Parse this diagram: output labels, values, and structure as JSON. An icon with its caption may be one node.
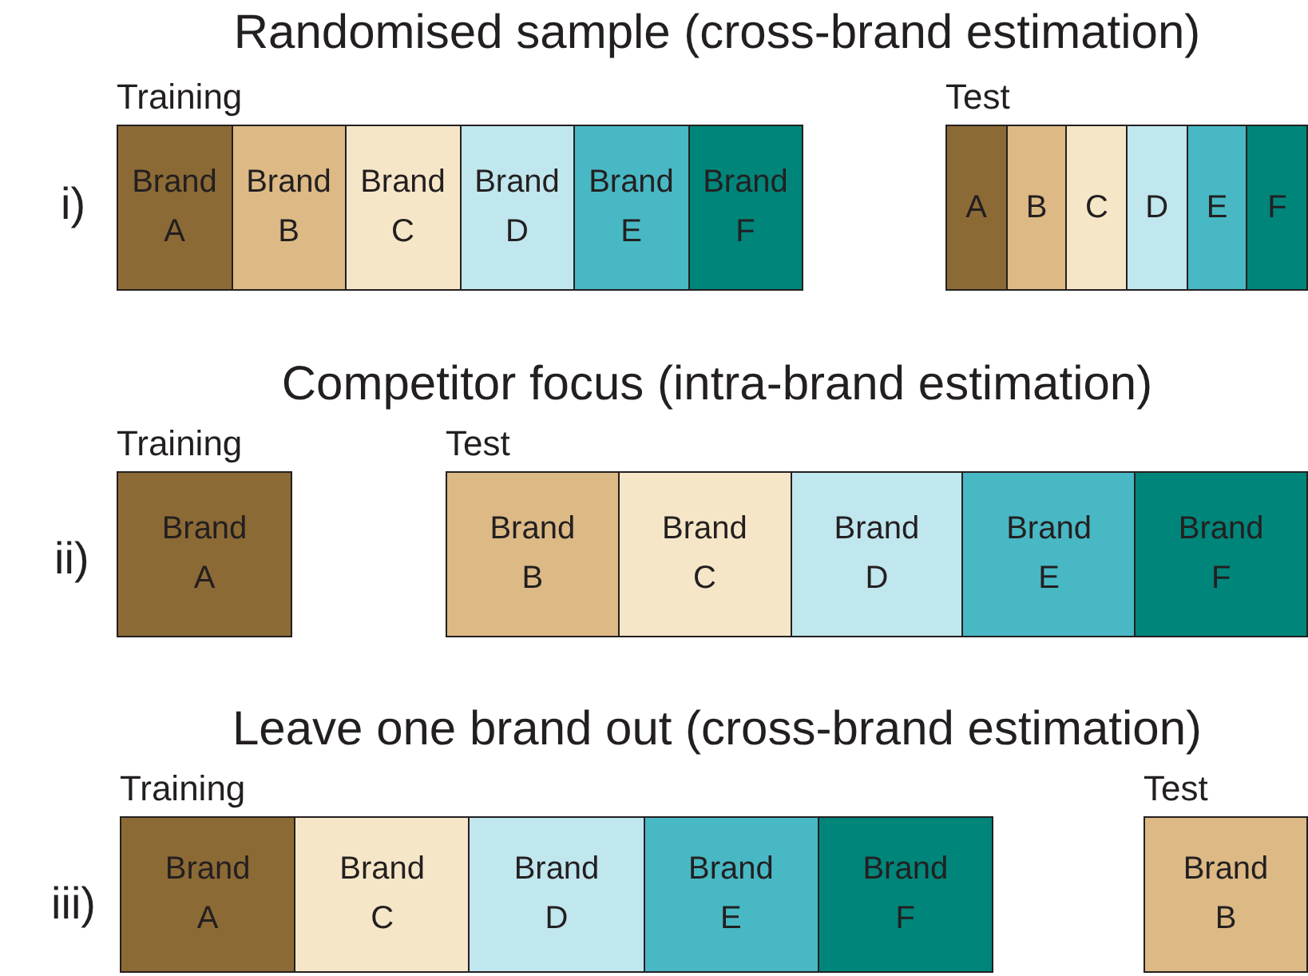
{
  "diagram": {
    "nodes": [
      {
        "text": [
          "Training"
        ]
      },
      {
        "text": [
          "Brand A"
        ],
        "in": 0
      },
      {
        "text": [
          "Brand B"
        ],
        "in": 0
      },
      {
        "text": [
          "Brand C"
        ],
        "in": 0
      },
      {
        "text": [
          "Brand D"
        ],
        "in": 0
      },
      {
        "text": [
          "Brand E"
        ],
        "in": 0
      },
      {
        "text": [
          "Brand F"
        ],
        "in": 0
      },
      {
        "text": [
          "Test"
        ]
      },
      {
        "text": [
          "A"
        ],
        "in": 7
      },
      {
        "text": [
          "B"
        ],
        "in": 7
      },
      {
        "text": [
          "C"
        ],
        "in": 7
      },
      {
        "text": [
          "D"
        ],
        "in": 7
      },
      {
        "text": [
          "E"
        ],
        "in": 7
      },
      {
        "text": [
          "F"
        ],
        "in": 7
      },
      {
        "text": [
          "Training"
        ]
      },
      {
        "text": [
          "Brand A"
        ],
        "in": 14
      },
      {
        "text": [
          "Test"
        ]
      },
      {
        "text": [
          "Brand B"
        ],
        "in": 16
      },
      {
        "text": [
          "Brand C"
        ],
        "in": 16
      },
      {
        "text": [
          "Brand D"
        ],
        "in": 16
      },
      {
        "text": [
          "Brand E"
        ],
        "in": 16
      },
      {
        "text": [
          "Brand F"
        ],
        "in": 16
      },
      {
        "text": [
          "Training"
        ]
      },
      {
        "text": [
          "Brand A"
        ],
        "in": 22
      },
      {
        "text": [
          "Brand C"
        ],
        "in": 22
      },
      {
        "text": [
          "Brand D"
        ],
        "in": 22
      },
      {
        "text": [
          "Brand E"
        ],
        "in": 22
      },
      {
        "text": [
          "Brand F"
        ],
        "in": 22
      },
      {
        "text": [
          "Test"
        ]
      },
      {
        "text": [
          "Brand B"
        ],
        "in": 28
      }
    ],
    "labels": [
      "Randomised sample (cross-brand estimation)",
      "i)",
      "Competitor focus (intra-brand estimation)",
      "ii)",
      "Leave one brand out (cross-brand estimation)",
      "iii)"
    ]
  }
}
